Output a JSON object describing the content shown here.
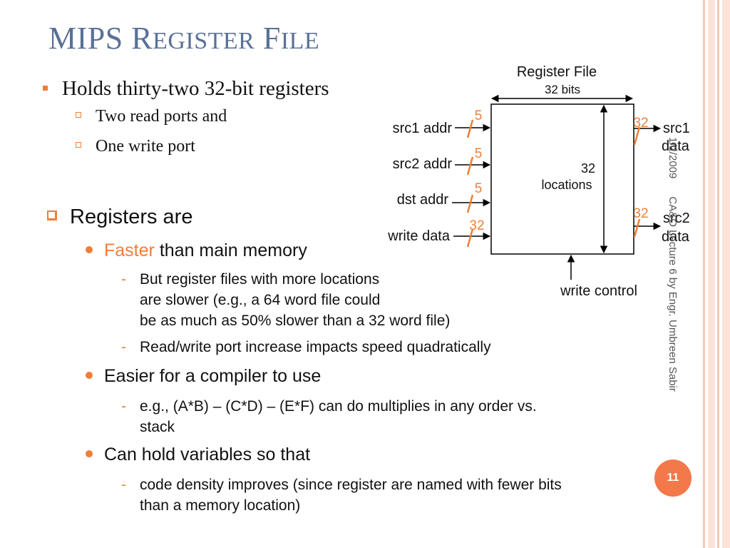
{
  "slide": {
    "title_main": "MIPS R",
    "title_sc1": "EGISTER",
    "title_f": " F",
    "title_sc2": "ILE",
    "page_number": "11",
    "footer_date": "1/2/2009",
    "footer_credit": "CA&O Lecture 6 by Engr. Umbreen Sabir"
  },
  "content": {
    "bullet1": "Holds thirty-two 32-bit registers",
    "bullet1_sub1": "Two read ports and",
    "bullet1_sub2": "One write port",
    "bullet2": "Registers are",
    "faster_word": "Faster",
    "faster_rest": "than main memory",
    "faster_detail_line1": "But register files with more locations",
    "faster_detail_line2": "are slower (e.g., a 64 word file could",
    "faster_detail_line3": "be as much as 50% slower than a 32 word file)",
    "faster_detail2": "Read/write port increase impacts speed quadratically",
    "easier": "Easier for a compiler to use",
    "easier_detail_line1": "e.g., (A*B) – (C*D) – (E*F) can do multiplies in any order vs.",
    "easier_detail_line2": "stack",
    "hold": "Can hold variables so that",
    "hold_detail_line1": "code density improves (since register are named with fewer bits",
    "hold_detail_line2": "than a memory location)"
  },
  "diagram": {
    "title": "Register File",
    "width_label": "32 bits",
    "src1_addr": "src1 addr",
    "src2_addr": "src2 addr",
    "dst_addr": "dst addr",
    "write_data": "write data",
    "src1_bits": "5",
    "src2_bits": "5",
    "dst_bits": "5",
    "write_bits": "32",
    "out1_bits": "32",
    "out2_bits": "32",
    "src1_data_line1": "src1",
    "src1_data_line2": "data",
    "src2_data_line1": "src2",
    "src2_data_line2": "data",
    "locations_num": "32",
    "locations_word": "locations",
    "write_control": "write control"
  }
}
